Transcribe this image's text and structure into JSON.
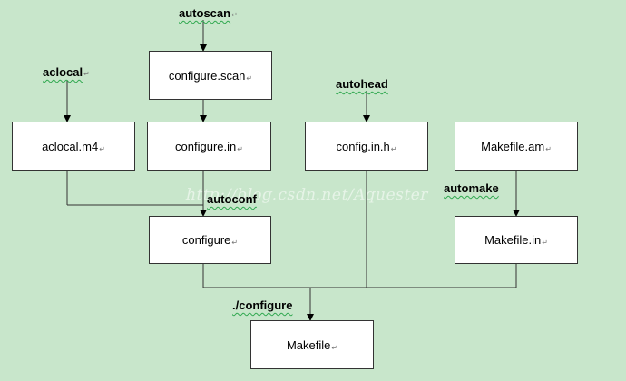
{
  "colors": {
    "background": "#c8e6cb",
    "box": "#ffffff",
    "line": "#333333",
    "spell_underline": "#2fa84f"
  },
  "para_mark": "↵",
  "tools": {
    "autoscan": "autoscan",
    "aclocal": "aclocal",
    "autohead": "autohead",
    "autoconf": "autoconf",
    "automake": "automake",
    "configure_cmd": "./configure"
  },
  "boxes": {
    "configure_scan": "configure.scan",
    "aclocal_m4": "aclocal.m4",
    "configure_in": "configure.in",
    "config_in_h": "config.in.h",
    "makefile_am": "Makefile.am",
    "configure": "configure",
    "makefile_in": "Makefile.in",
    "makefile": "Makefile"
  },
  "watermark": "http://blog.csdn.net/Aquester"
}
